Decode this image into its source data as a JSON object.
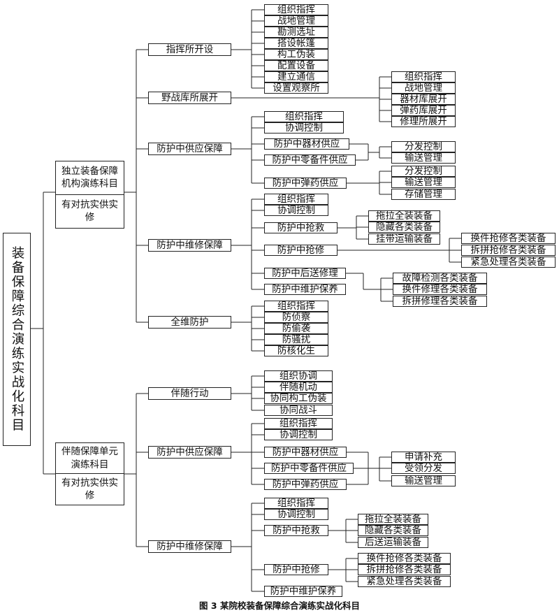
{
  "root": "装备保障综合演练实战化科目",
  "caption": "图 3 某院校装备保障综合演练实战化科目",
  "groups": [
    {
      "title": "独立装备保障\n机构演练科目",
      "subtitle": "有对抗实供实\n修",
      "sections": [
        {
          "label": "指挥所开设",
          "items": [
            "组织指挥",
            "战地管理",
            "勘测选址",
            "搭设帐篷",
            "构工伪装",
            "配置设备",
            "建立通信",
            "设置观察所"
          ]
        },
        {
          "label": "野战库所展开",
          "items": [
            "组织指挥",
            "战地管理",
            "器材库展开",
            "弹药库展开",
            "修理所展开"
          ]
        },
        {
          "label": "防护中供应保障",
          "items": [
            {
              "label": "组织指挥"
            },
            {
              "label": "协调控制"
            },
            {
              "label": "防护中器材供应"
            },
            {
              "label": "防护中零备件供应"
            },
            {
              "label": "防护中弹药供应"
            }
          ],
          "shared_leaves": [
            "分发控制",
            "输送管理"
          ],
          "ammo_leaves": [
            "分发控制",
            "输送管理",
            "存储管理"
          ]
        },
        {
          "label": "防护中维修保障",
          "items": [
            "组织指挥",
            "协调控制",
            "防护中抢救",
            "防护中抢修",
            "防护中后送修理",
            "防护中维护保养"
          ],
          "rescue_leaves": [
            "拖拉全装装备",
            "隐藏各类装备",
            "挂带运输装备"
          ],
          "repair_leaves": [
            "换件抢修各类装备",
            "拆拼抢修各类装备",
            "紧急处理各类装备"
          ],
          "evac_leaves": [
            "故障检测各类装备",
            "换件修理各类装备",
            "拆拼修理各类装备"
          ]
        },
        {
          "label": "全维防护",
          "items": [
            "组织指挥",
            "防侦察",
            "防偷袭",
            "防骚扰",
            "防核化生"
          ]
        }
      ]
    },
    {
      "title": "伴随保障单元\n演练科目",
      "subtitle": "有对抗实供实\n修",
      "sections": [
        {
          "label": "伴随行动",
          "items": [
            "组织协调",
            "伴随机动",
            "协同构工伪装",
            "协同战斗"
          ]
        },
        {
          "label": "防护中供应保障",
          "items": [
            "组织指挥",
            "协调控制",
            "防护中器材供应",
            "防护中零备件供应",
            "防护中弹药供应"
          ],
          "supply_leaves": [
            "申请补充",
            "受领分发",
            "输送管理"
          ]
        },
        {
          "label": "防护中维修保障",
          "items": [
            "组织指挥",
            "协调控制",
            "防护中抢救",
            "防护中抢修",
            "防护中维护保养"
          ],
          "rescue_leaves": [
            "拖拉全装装备",
            "隐藏各类装备",
            "后送运输装备"
          ],
          "repair_leaves": [
            "换件抢修各类装备",
            "拆拼抢修各类装备",
            "紧急处理各类装备"
          ]
        }
      ]
    }
  ]
}
